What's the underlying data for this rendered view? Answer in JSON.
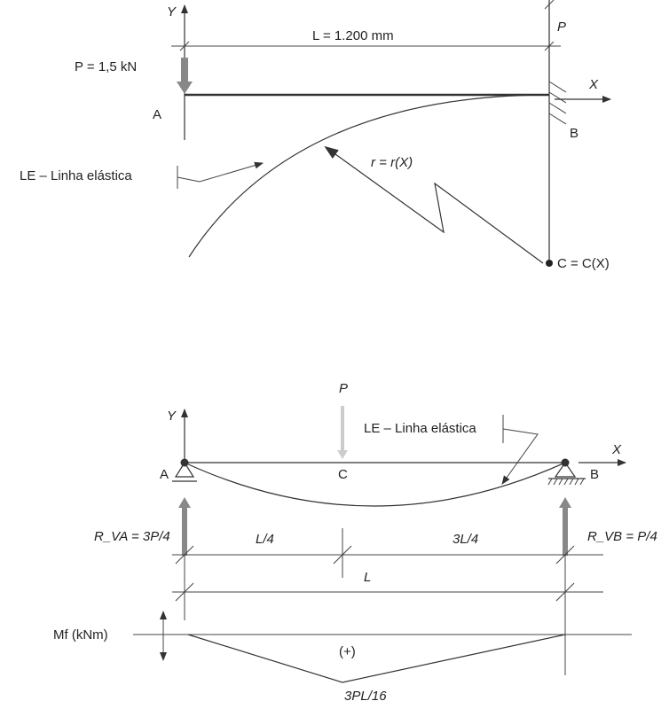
{
  "top": {
    "y_axis": "Y",
    "x_axis": "X",
    "length_label": "L = 1.200 mm",
    "load_label": "P = 1,5 kN",
    "wall_label": "P",
    "point_a": "A",
    "point_b": "B",
    "radius_label": "r = r(X)",
    "center_label": "C = C(X)",
    "elastic_line_label": "LE – Linha elástica"
  },
  "bottom": {
    "y_axis": "Y",
    "x_axis": "X",
    "load_label": "P",
    "point_a": "A",
    "point_b": "B",
    "point_c": "C",
    "elastic_line_label": "LE – Linha elástica",
    "reaction_a": "R_VA = 3P/4",
    "reaction_b": "R_VB = P/4",
    "dim_left": "L/4",
    "dim_right": "3L/4",
    "dim_total": "L",
    "moment_axis": "Mf (kNm)",
    "moment_sign": "(+)",
    "moment_max": "3PL/16"
  },
  "colors": {
    "line": "#333333",
    "load": "#888888",
    "load_light": "#cccccc"
  }
}
